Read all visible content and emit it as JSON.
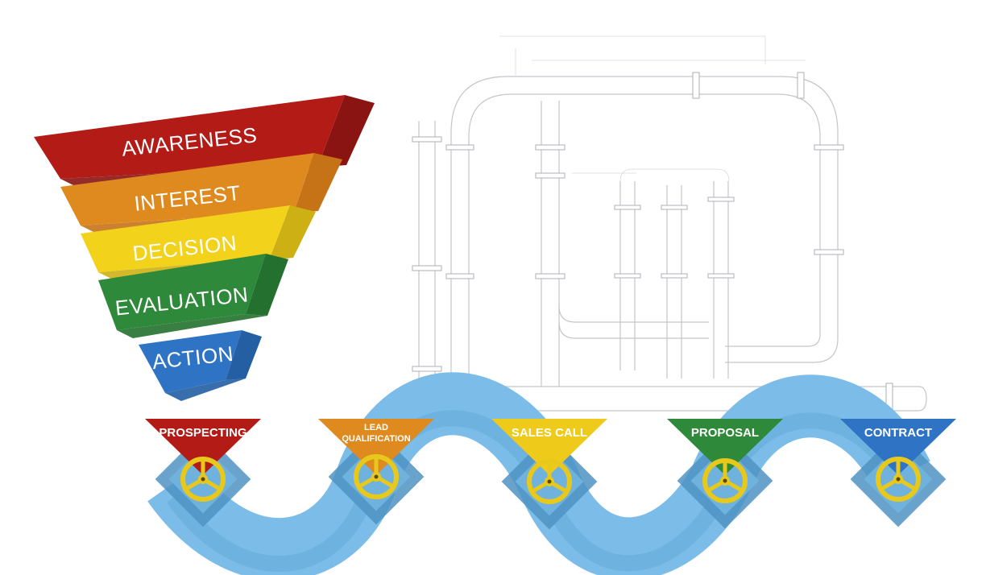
{
  "funnel": {
    "layers": [
      {
        "label": "AWARENESS",
        "color": "#b31b17",
        "side": "#8a1412"
      },
      {
        "label": "INTEREST",
        "color": "#df8a1f",
        "side": "#c67318"
      },
      {
        "label": "DECISION",
        "color": "#f2d21a",
        "side": "#cdb114"
      },
      {
        "label": "EVALUATION",
        "color": "#2e8a3a",
        "side": "#24702f"
      },
      {
        "label": "ACTION",
        "color": "#2e73c4",
        "side": "#245ea3"
      }
    ]
  },
  "pipeline": {
    "pipe_color": "#7bbde8",
    "valve_color": "#e9c81c",
    "stages": [
      {
        "label": "PROSPECTING",
        "color": "#b31b17"
      },
      {
        "label": "LEAD QUALIFICATION",
        "line1": "LEAD",
        "line2": "QUALIFICATION",
        "color": "#df8a1f"
      },
      {
        "label": "SALES CALL",
        "color": "#eecb1a"
      },
      {
        "label": "PROPOSAL",
        "color": "#2e8a3a"
      },
      {
        "label": "CONTRACT",
        "color": "#2e73c4"
      }
    ]
  }
}
